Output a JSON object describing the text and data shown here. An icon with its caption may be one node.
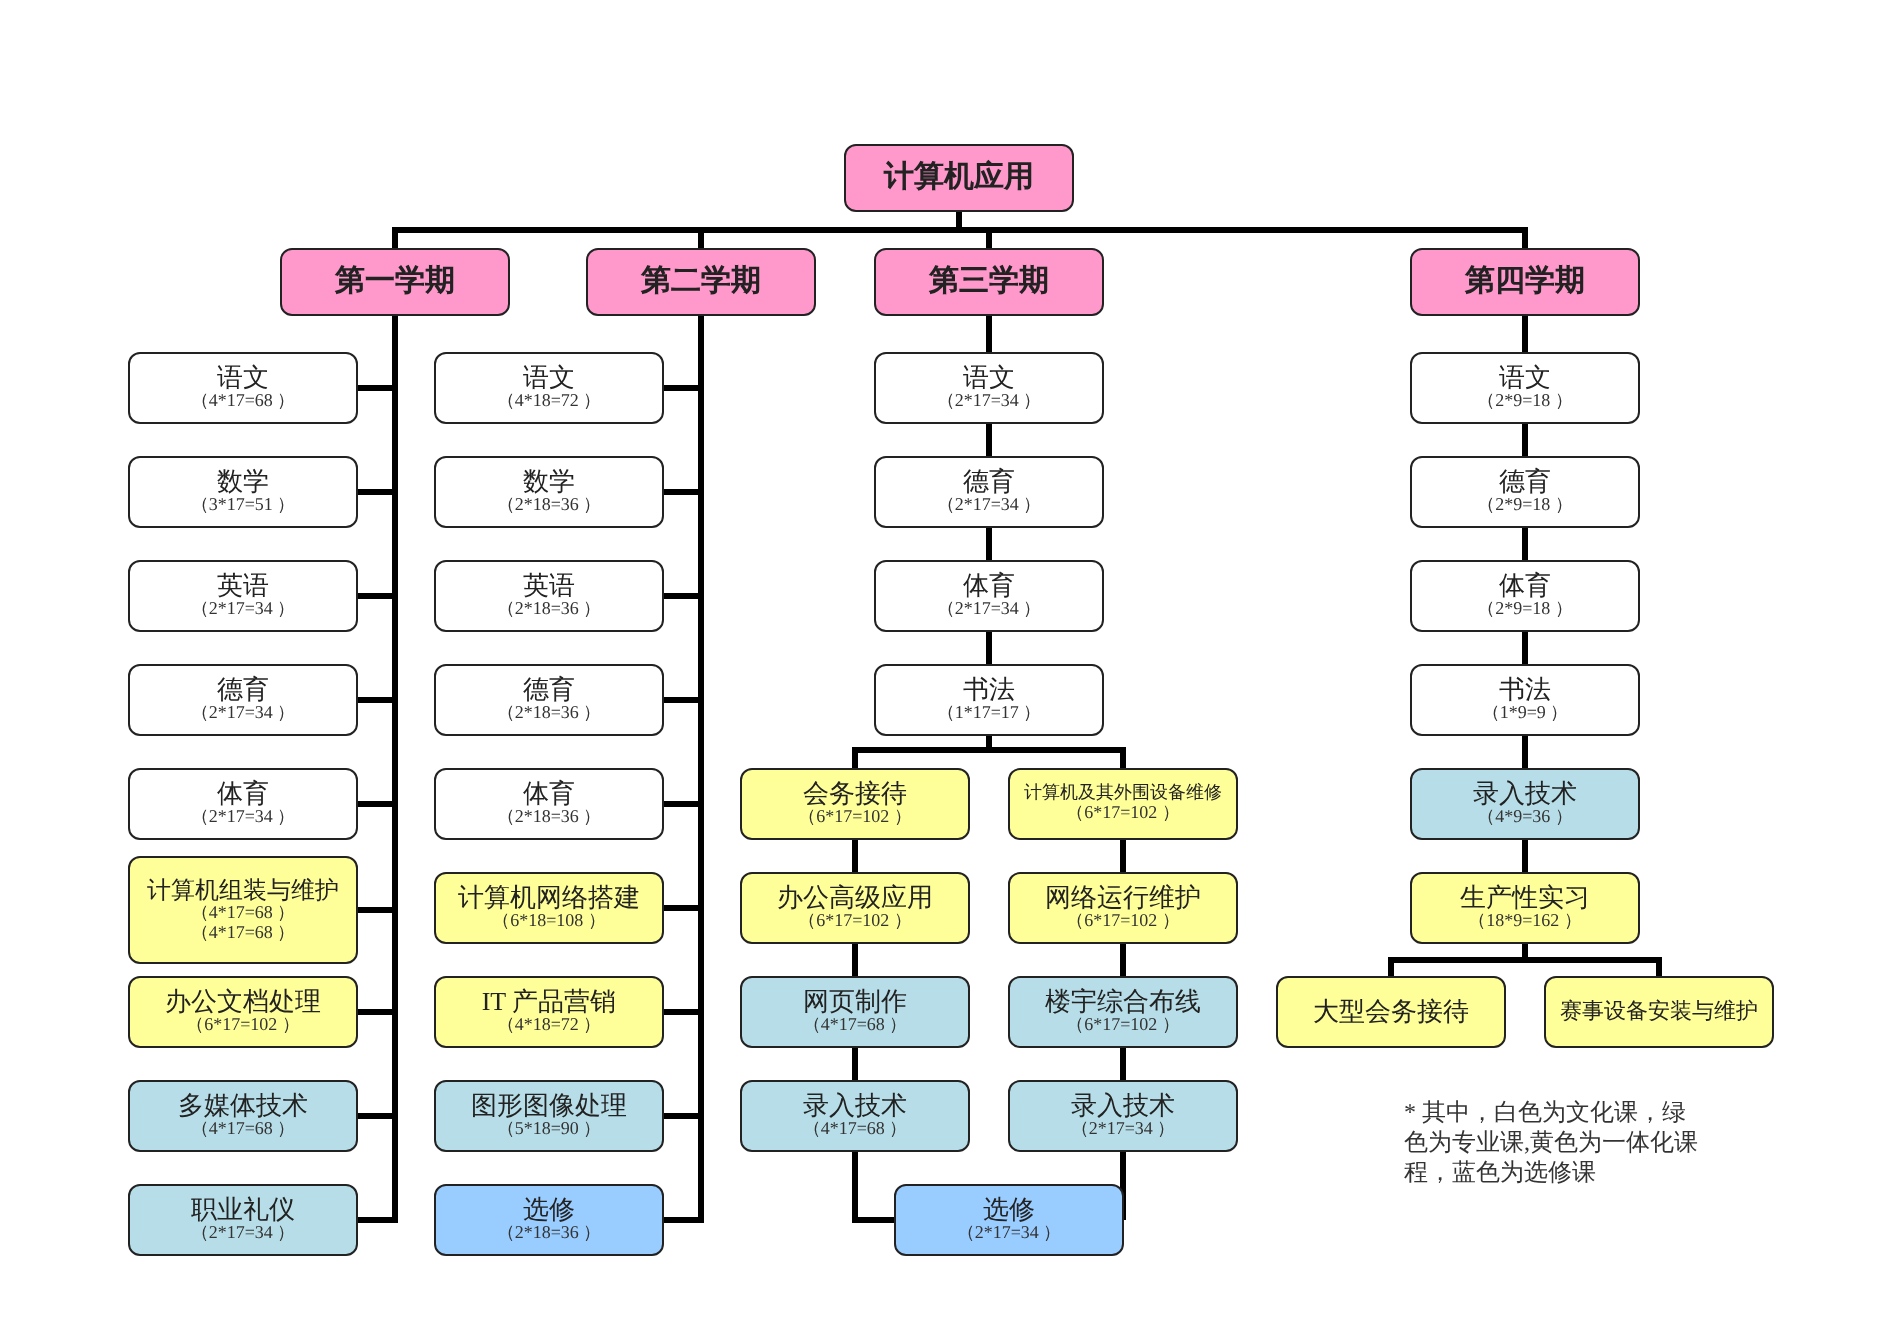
{
  "diagram": {
    "nodes": [
      {
        "text": [
          "计算机应用"
        ]
      },
      {
        "text": [
          "第一学期"
        ]
      },
      {
        "text": [
          "第二学期"
        ]
      },
      {
        "text": [
          "第三学期"
        ]
      },
      {
        "text": [
          "第四学期"
        ]
      },
      {
        "text": [
          "语文",
          "（4*17=68 ）"
        ]
      },
      {
        "text": [
          "数学",
          "（3*17=51 ）"
        ]
      },
      {
        "text": [
          "英语",
          "（2*17=34 ）"
        ]
      },
      {
        "text": [
          "德育",
          "（2*17=34 ）"
        ]
      },
      {
        "text": [
          "体育",
          "（2*17=34 ）"
        ]
      },
      {
        "text": [
          "计算机组装与维护",
          "（4*17=68 ）",
          "（4*17=68 ）"
        ]
      },
      {
        "text": [
          "办公文档处理",
          "（6*17=102 ）"
        ]
      },
      {
        "text": [
          "多媒体技术",
          "（4*17=68 ）"
        ]
      },
      {
        "text": [
          "职业礼仪",
          "（2*17=34 ）"
        ]
      },
      {
        "text": [
          "语文",
          "（4*18=72 ）"
        ]
      },
      {
        "text": [
          "数学",
          "（2*18=36 ）"
        ]
      },
      {
        "text": [
          "英语",
          "（2*18=36 ）"
        ]
      },
      {
        "text": [
          "德育",
          "（2*18=36 ）"
        ]
      },
      {
        "text": [
          "体育",
          "（2*18=36 ）"
        ]
      },
      {
        "text": [
          "计算机网络搭建",
          "（6*18=108 ）"
        ]
      },
      {
        "text": [
          "IT 产品营销",
          "（4*18=72 ）"
        ]
      },
      {
        "text": [
          "图形图像处理",
          "（5*18=90 ）"
        ]
      },
      {
        "text": [
          "选修",
          "（2*18=36 ）"
        ]
      },
      {
        "text": [
          "语文",
          "（2*17=34 ）"
        ]
      },
      {
        "text": [
          "德育",
          "（2*17=34 ）"
        ]
      },
      {
        "text": [
          "体育",
          "（2*17=34 ）"
        ]
      },
      {
        "text": [
          "书法",
          "（1*17=17 ）"
        ]
      },
      {
        "text": [
          "会务接待",
          "（6*17=102 ）"
        ]
      },
      {
        "text": [
          "计算机及其外围设备维修",
          "（6*17=102 ）"
        ]
      },
      {
        "text": [
          "办公高级应用",
          "（6*17=102 ）"
        ]
      },
      {
        "text": [
          "网络运行维护",
          "（6*17=102 ）"
        ]
      },
      {
        "text": [
          "网页制作",
          "（4*17=68 ）"
        ]
      },
      {
        "text": [
          "楼宇综合布线",
          "（6*17=102 ）"
        ]
      },
      {
        "text": [
          "录入技术",
          "（4*17=68 ）"
        ]
      },
      {
        "text": [
          "录入技术",
          "（2*17=34 ）"
        ]
      },
      {
        "text": [
          "选修",
          "（2*17=34 ）"
        ]
      },
      {
        "text": [
          "语文",
          "（2*9=18 ）"
        ]
      },
      {
        "text": [
          "德育",
          "（2*9=18 ）"
        ]
      },
      {
        "text": [
          "体育",
          "（2*9=18 ）"
        ]
      },
      {
        "text": [
          "书法",
          "（1*9=9 ）"
        ]
      },
      {
        "text": [
          "录入技术",
          "（4*9=36 ）"
        ]
      },
      {
        "text": [
          "生产性实习",
          "（18*9=162 ）"
        ]
      },
      {
        "text": [
          "大型会务接待"
        ]
      },
      {
        "text": [
          "赛事设备安装与维护"
        ]
      }
    ],
    "edges": [
      {
        "from": 0,
        "to": 1,
        "arrow": "none"
      },
      {
        "from": 0,
        "to": 2,
        "arrow": "none"
      },
      {
        "from": 0,
        "to": 3,
        "arrow": "none"
      },
      {
        "from": 0,
        "to": 4,
        "arrow": "none"
      },
      {
        "from": 1,
        "to": 5,
        "arrow": "none"
      },
      {
        "from": 1,
        "to": 6,
        "arrow": "none"
      },
      {
        "from": 1,
        "to": 7,
        "arrow": "none"
      },
      {
        "from": 1,
        "to": 8,
        "arrow": "none"
      },
      {
        "from": 1,
        "to": 9,
        "arrow": "none"
      },
      {
        "from": 1,
        "to": 10,
        "arrow": "none"
      },
      {
        "from": 1,
        "to": 11,
        "arrow": "none"
      },
      {
        "from": 1,
        "to": 12,
        "arrow": "none"
      },
      {
        "from": 1,
        "to": 13,
        "arrow": "none"
      },
      {
        "from": 2,
        "to": 14,
        "arrow": "none"
      },
      {
        "from": 2,
        "to": 15,
        "arrow": "none"
      },
      {
        "from": 2,
        "to": 16,
        "arrow": "none"
      },
      {
        "from": 2,
        "to": 17,
        "arrow": "none"
      },
      {
        "from": 2,
        "to": 18,
        "arrow": "none"
      },
      {
        "from": 2,
        "to": 19,
        "arrow": "none"
      },
      {
        "from": 2,
        "to": 20,
        "arrow": "none"
      },
      {
        "from": 2,
        "to": 21,
        "arrow": "none"
      },
      {
        "from": 2,
        "to": 22,
        "arrow": "none"
      },
      {
        "from": 3,
        "to": 23,
        "arrow": "none"
      },
      {
        "from": 23,
        "to": 24,
        "arrow": "none"
      },
      {
        "from": 24,
        "to": 25,
        "arrow": "none"
      },
      {
        "from": 25,
        "to": 26,
        "arrow": "none"
      },
      {
        "from": 26,
        "to": 27,
        "arrow": "none"
      },
      {
        "from": 26,
        "to": 28,
        "arrow": "none"
      },
      {
        "from": 27,
        "to": 29,
        "arrow": "none"
      },
      {
        "from": 29,
        "to": 31,
        "arrow": "none"
      },
      {
        "from": 31,
        "to": 33,
        "arrow": "none"
      },
      {
        "from": 28,
        "to": 30,
        "arrow": "none"
      },
      {
        "from": 30,
        "to": 32,
        "arrow": "none"
      },
      {
        "from": 32,
        "to": 34,
        "arrow": "none"
      },
      {
        "from": 33,
        "to": 35,
        "arrow": "none"
      },
      {
        "from": 34,
        "to": 35,
        "arrow": "none"
      },
      {
        "from": 4,
        "to": 36,
        "arrow": "none"
      },
      {
        "from": 36,
        "to": 37,
        "arrow": "none"
      },
      {
        "from": 37,
        "to": 38,
        "arrow": "none"
      },
      {
        "from": 38,
        "to": 39,
        "arrow": "none"
      },
      {
        "from": 39,
        "to": 40,
        "arrow": "none"
      },
      {
        "from": 40,
        "to": 41,
        "arrow": "none"
      },
      {
        "from": 41,
        "to": 42,
        "arrow": "none"
      },
      {
        "from": 41,
        "to": 43,
        "arrow": "none"
      }
    ],
    "labels": [
      "* 其中，白色为文化课，绿色为专业课,黄色为一体化课程，蓝色为选修课"
    ]
  }
}
